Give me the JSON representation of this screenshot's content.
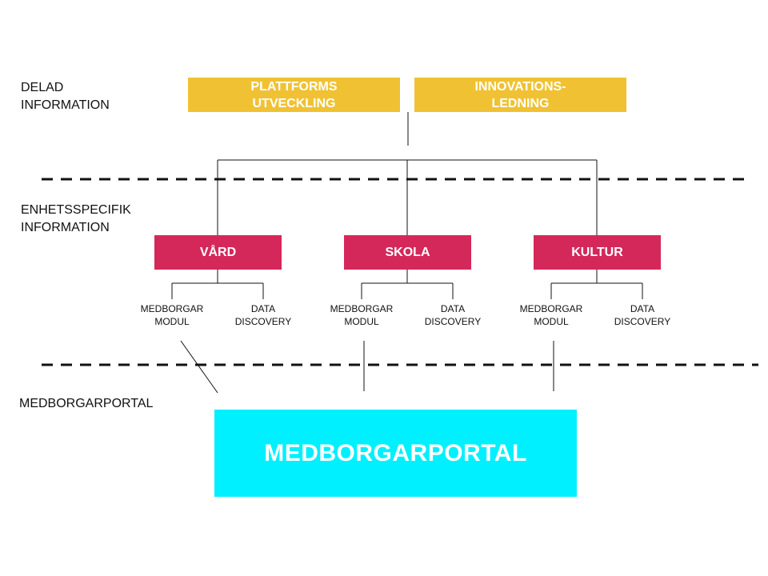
{
  "colors": {
    "shared": "#f0c233",
    "unit": "#d5285a",
    "portal": "#00f0ff",
    "line": "#111111"
  },
  "layers": {
    "shared": "DELAD\nINFORMATION",
    "unit": "ENHETSSPECIFIK\nINFORMATION",
    "portal": "MEDBORGARPORTAL"
  },
  "shared_boxes": [
    {
      "label": "PLATTFORMS\nUTVECKLING"
    },
    {
      "label": "INNOVATIONS-\nLEDNING"
    }
  ],
  "units": [
    {
      "label": "VÅRD",
      "modules": [
        "MEDBORGAR\nMODUL",
        "DATA\nDISCOVERY"
      ]
    },
    {
      "label": "SKOLA",
      "modules": [
        "MEDBORGAR\nMODUL",
        "DATA\nDISCOVERY"
      ]
    },
    {
      "label": "KULTUR",
      "modules": [
        "MEDBORGAR\nMODUL",
        "DATA\nDISCOVERY"
      ]
    }
  ],
  "portal": {
    "label": "MEDBORGARPORTAL"
  }
}
